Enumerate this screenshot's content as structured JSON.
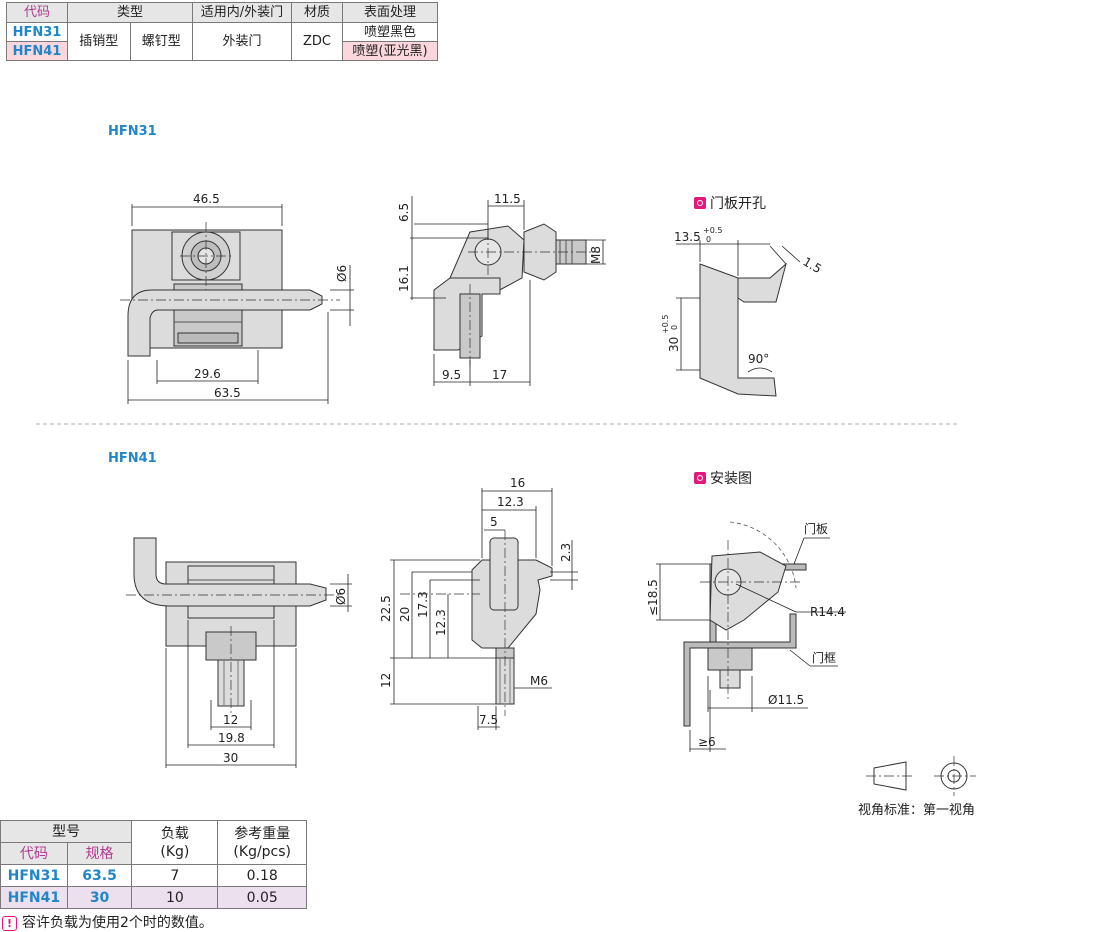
{
  "top_table": {
    "headers": [
      "代码",
      "类型",
      "适用内/外装门",
      "材质",
      "表面处理"
    ],
    "rows": [
      {
        "code": "HFN31",
        "type_a": "插销型",
        "type_b": "螺钉型",
        "door": "外装门",
        "material": "ZDC",
        "surface": "喷塑黑色"
      },
      {
        "code": "HFN41",
        "surface": "喷塑(亚光黑)"
      }
    ]
  },
  "section1": {
    "label": "HFN31",
    "hole_title": "门板开孔",
    "dims": {
      "width_top": "46.5",
      "d6": "Ø6",
      "len_29_6": "29.6",
      "len_63_5": "63.5",
      "side_6_5": "6.5",
      "side_11_5": "11.5",
      "side_16_1": "16.1",
      "side_m8": "M8",
      "side_9_5": "9.5",
      "side_17": "17",
      "hole_13_5": "13.5",
      "hole_13_5_tol_up": "+0.5",
      "hole_13_5_tol_lo": "0",
      "hole_1_5": "1.5",
      "hole_30": "30",
      "hole_30_tol_up": "+0.5",
      "hole_30_tol_lo": "0",
      "hole_90": "90°"
    }
  },
  "section2": {
    "label": "HFN41",
    "install_title": "安装图",
    "dims": {
      "d6": "Ø6",
      "w12": "12",
      "w19_8": "19.8",
      "w30": "30",
      "s16": "16",
      "s12_3": "12.3",
      "s5": "5",
      "s2_3": "2.3",
      "s22_5": "22.5",
      "s20": "20",
      "s17_3": "17.3",
      "s12_3v": "12.3",
      "s12": "12",
      "sM6": "M6",
      "s7_5": "7.5",
      "i_door": "门板",
      "i_frame": "门框",
      "i_18_5": "≤18.5",
      "i_r14_4": "R14.4",
      "i_d11_5": "Ø11.5",
      "i_6": "≥6"
    }
  },
  "projection": {
    "caption": "视角标准：第一视角"
  },
  "spec_table": {
    "headers": {
      "model": "型号",
      "load": "负载",
      "weight": "参考重量",
      "code": "代码",
      "spec": "规格",
      "load_unit": "(Kg)",
      "weight_unit": "(Kg/pcs)"
    },
    "rows": [
      {
        "code": "HFN31",
        "spec": "63.5",
        "load": "7",
        "weight": "0.18"
      },
      {
        "code": "HFN41",
        "spec": "30",
        "load": "10",
        "weight": "0.05"
      }
    ]
  },
  "note": {
    "icon": "!",
    "text": "容许负载为使用2个时的数值。"
  }
}
